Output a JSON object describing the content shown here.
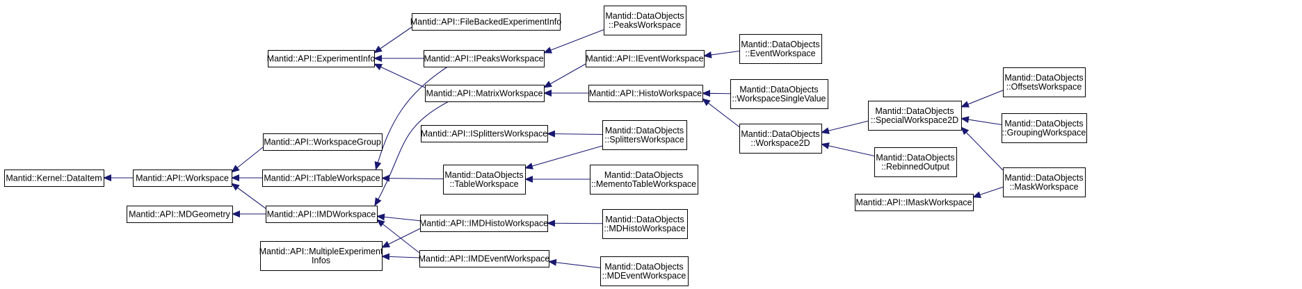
{
  "diagram": {
    "edge_color": "#191970",
    "nodes": [
      {
        "id": "dataitem",
        "lines": [
          "Mantid::Kernel::DataItem"
        ]
      },
      {
        "id": "workspace",
        "lines": [
          "Mantid::API::Workspace"
        ]
      },
      {
        "id": "mdgeometry",
        "lines": [
          "Mantid::API::MDGeometry"
        ]
      },
      {
        "id": "multiexp",
        "lines": [
          "Mantid::API::MultipleExperiment",
          "Infos"
        ]
      },
      {
        "id": "experimentinfo",
        "lines": [
          "Mantid::API::ExperimentInfo"
        ]
      },
      {
        "id": "workspacegroup",
        "lines": [
          "Mantid::API::WorkspaceGroup"
        ]
      },
      {
        "id": "itableworkspace",
        "lines": [
          "Mantid::API::ITableWorkspace"
        ]
      },
      {
        "id": "imdworkspace",
        "lines": [
          "Mantid::API::IMDWorkspace"
        ]
      },
      {
        "id": "filebacked",
        "lines": [
          "Mantid::API::FileBackedExperimentInfo"
        ]
      },
      {
        "id": "ipeaksworkspace",
        "lines": [
          "Mantid::API::IPeaksWorkspace"
        ]
      },
      {
        "id": "matrixworkspace",
        "lines": [
          "Mantid::API::MatrixWorkspace"
        ]
      },
      {
        "id": "isplitters",
        "lines": [
          "Mantid::API::ISplittersWorkspace"
        ]
      },
      {
        "id": "tableworkspace",
        "lines": [
          "Mantid::DataObjects",
          "::TableWorkspace"
        ]
      },
      {
        "id": "imdhisto",
        "lines": [
          "Mantid::API::IMDHistoWorkspace"
        ]
      },
      {
        "id": "imdevent",
        "lines": [
          "Mantid::API::IMDEventWorkspace"
        ]
      },
      {
        "id": "peaksworkspace",
        "lines": [
          "Mantid::DataObjects",
          "::PeaksWorkspace"
        ]
      },
      {
        "id": "ieventworkspace",
        "lines": [
          "Mantid::API::IEventWorkspace"
        ]
      },
      {
        "id": "histoworkspace",
        "lines": [
          "Mantid::API::HistoWorkspace"
        ]
      },
      {
        "id": "splittersworkspace",
        "lines": [
          "Mantid::DataObjects",
          "::SplittersWorkspace"
        ]
      },
      {
        "id": "mementotable",
        "lines": [
          "Mantid::DataObjects",
          "::MementoTableWorkspace"
        ]
      },
      {
        "id": "mdhistoworkspace",
        "lines": [
          "Mantid::DataObjects",
          "::MDHistoWorkspace"
        ]
      },
      {
        "id": "mdeventworkspace",
        "lines": [
          "Mantid::DataObjects",
          "::MDEventWorkspace"
        ]
      },
      {
        "id": "eventworkspace",
        "lines": [
          "Mantid::DataObjects",
          "::EventWorkspace"
        ]
      },
      {
        "id": "wssinglevalue",
        "lines": [
          "Mantid::DataObjects",
          "::WorkspaceSingleValue"
        ]
      },
      {
        "id": "workspace2d",
        "lines": [
          "Mantid::DataObjects",
          "::Workspace2D"
        ]
      },
      {
        "id": "specialworkspace2d",
        "lines": [
          "Mantid::DataObjects",
          "::SpecialWorkspace2D"
        ]
      },
      {
        "id": "rebinnedoutput",
        "lines": [
          "Mantid::DataObjects",
          "::RebinnedOutput"
        ]
      },
      {
        "id": "imaskworkspace",
        "lines": [
          "Mantid::API::IMaskWorkspace"
        ]
      },
      {
        "id": "offsetsworkspace",
        "lines": [
          "Mantid::DataObjects",
          "::OffsetsWorkspace"
        ]
      },
      {
        "id": "groupingworkspace",
        "lines": [
          "Mantid::DataObjects",
          "::GroupingWorkspace"
        ]
      },
      {
        "id": "maskworkspace",
        "lines": [
          "Mantid::DataObjects",
          "::MaskWorkspace"
        ]
      }
    ],
    "edges": [
      {
        "from": "workspace",
        "to": "dataitem"
      },
      {
        "from": "workspacegroup",
        "to": "workspace"
      },
      {
        "from": "itableworkspace",
        "to": "workspace"
      },
      {
        "from": "imdworkspace",
        "to": "workspace"
      },
      {
        "from": "imdworkspace",
        "to": "mdgeometry"
      },
      {
        "from": "filebacked",
        "to": "experimentinfo"
      },
      {
        "from": "ipeaksworkspace",
        "to": "experimentinfo"
      },
      {
        "from": "matrixworkspace",
        "to": "experimentinfo"
      },
      {
        "from": "ipeaksworkspace",
        "to": "itableworkspace"
      },
      {
        "from": "matrixworkspace",
        "to": "imdworkspace"
      },
      {
        "from": "tableworkspace",
        "to": "itableworkspace"
      },
      {
        "from": "imdhisto",
        "to": "imdworkspace"
      },
      {
        "from": "imdevent",
        "to": "imdworkspace"
      },
      {
        "from": "imdhisto",
        "to": "multiexp"
      },
      {
        "from": "imdevent",
        "to": "multiexp"
      },
      {
        "from": "peaksworkspace",
        "to": "ipeaksworkspace"
      },
      {
        "from": "ieventworkspace",
        "to": "matrixworkspace"
      },
      {
        "from": "histoworkspace",
        "to": "matrixworkspace"
      },
      {
        "from": "splittersworkspace",
        "to": "isplitters"
      },
      {
        "from": "splittersworkspace",
        "to": "tableworkspace"
      },
      {
        "from": "mementotable",
        "to": "tableworkspace"
      },
      {
        "from": "mdhistoworkspace",
        "to": "imdhisto"
      },
      {
        "from": "mdeventworkspace",
        "to": "imdevent"
      },
      {
        "from": "eventworkspace",
        "to": "ieventworkspace"
      },
      {
        "from": "wssinglevalue",
        "to": "histoworkspace"
      },
      {
        "from": "workspace2d",
        "to": "histoworkspace"
      },
      {
        "from": "specialworkspace2d",
        "to": "workspace2d"
      },
      {
        "from": "rebinnedoutput",
        "to": "workspace2d"
      },
      {
        "from": "offsetsworkspace",
        "to": "specialworkspace2d"
      },
      {
        "from": "groupingworkspace",
        "to": "specialworkspace2d"
      },
      {
        "from": "maskworkspace",
        "to": "specialworkspace2d"
      },
      {
        "from": "maskworkspace",
        "to": "imaskworkspace"
      }
    ]
  }
}
